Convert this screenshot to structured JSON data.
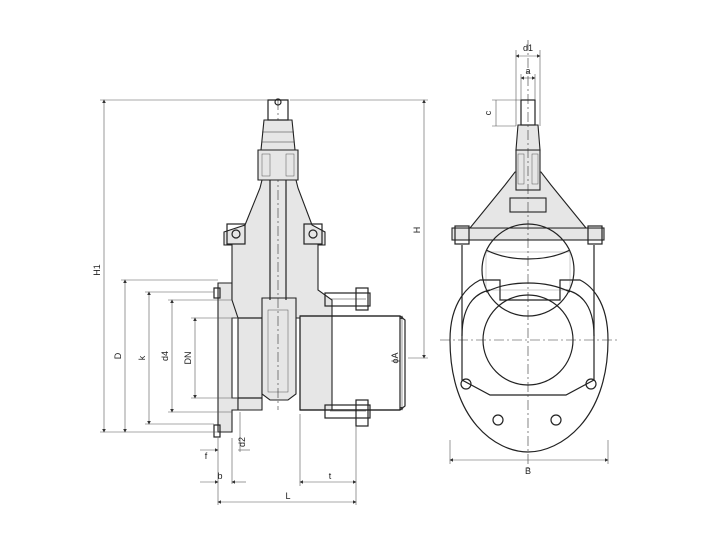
{
  "labels": {
    "H1": "H1",
    "D": "D",
    "k": "k",
    "d4": "d4",
    "DN": "DN",
    "phiA": "ϕA",
    "H": "H",
    "f": "f",
    "d2": "d2",
    "b": "b",
    "t": "t",
    "L": "L",
    "d1": "d1",
    "a": "a",
    "c": "c",
    "B": "B"
  }
}
